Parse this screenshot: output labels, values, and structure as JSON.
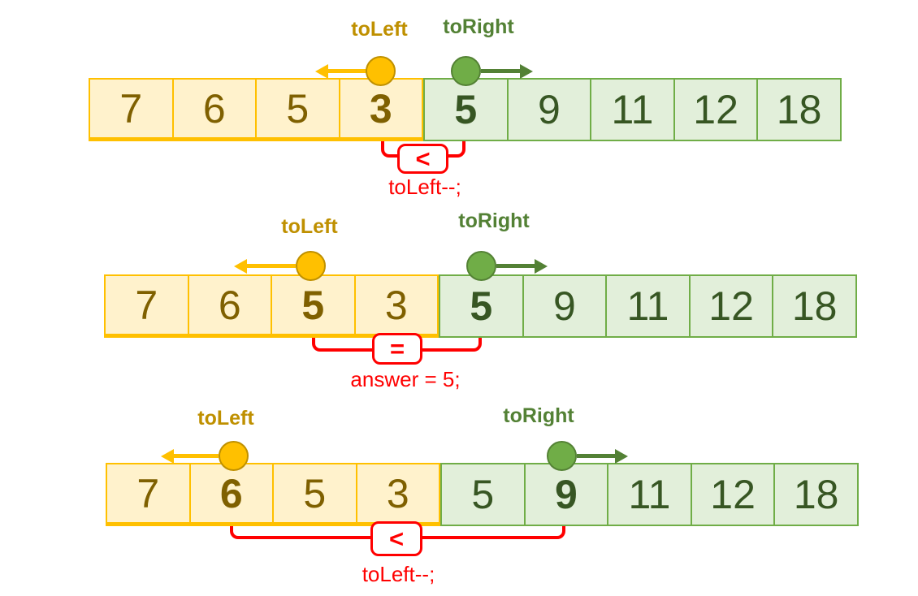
{
  "colors": {
    "gold": "#FFC000",
    "gold_fill": "#FFF2CC",
    "gold_label": "#BF9000",
    "gold_number": "#7F6000",
    "green": "#70AD47",
    "green_fill": "#E2EFDA",
    "green_label": "#538135",
    "green_number": "#375623",
    "annotation_red": "#FF0000",
    "background": "#FFFFFF"
  },
  "icons": {
    "left_pointer_marker": "circle",
    "right_pointer_marker": "circle",
    "left_pointer_arrow": "left-arrow",
    "right_pointer_arrow": "right-arrow"
  },
  "diagrams": [
    {
      "left_pointer_label": "toLeft",
      "right_pointer_label": "toRight",
      "left_cells": [
        {
          "v": "7",
          "bold": false
        },
        {
          "v": "6",
          "bold": false
        },
        {
          "v": "5",
          "bold": false
        },
        {
          "v": "3",
          "bold": true
        }
      ],
      "right_cells": [
        {
          "v": "5",
          "bold": true
        },
        {
          "v": "9",
          "bold": false
        },
        {
          "v": "11",
          "bold": false
        },
        {
          "v": "12",
          "bold": false
        },
        {
          "v": "18",
          "bold": false
        }
      ],
      "comparison": "<",
      "code": "toLeft--;"
    },
    {
      "left_pointer_label": "toLeft",
      "right_pointer_label": "toRight",
      "left_cells": [
        {
          "v": "7",
          "bold": false
        },
        {
          "v": "6",
          "bold": false
        },
        {
          "v": "5",
          "bold": true
        },
        {
          "v": "3",
          "bold": false
        }
      ],
      "right_cells": [
        {
          "v": "5",
          "bold": true
        },
        {
          "v": "9",
          "bold": false
        },
        {
          "v": "11",
          "bold": false
        },
        {
          "v": "12",
          "bold": false
        },
        {
          "v": "18",
          "bold": false
        }
      ],
      "comparison": "=",
      "code": "answer = 5;"
    },
    {
      "left_pointer_label": "toLeft",
      "right_pointer_label": "toRight",
      "left_cells": [
        {
          "v": "7",
          "bold": false
        },
        {
          "v": "6",
          "bold": true
        },
        {
          "v": "5",
          "bold": false
        },
        {
          "v": "3",
          "bold": false
        }
      ],
      "right_cells": [
        {
          "v": "5",
          "bold": false
        },
        {
          "v": "9",
          "bold": true
        },
        {
          "v": "11",
          "bold": false
        },
        {
          "v": "12",
          "bold": false
        },
        {
          "v": "18",
          "bold": false
        }
      ],
      "comparison": "<",
      "code": "toLeft--;"
    }
  ]
}
